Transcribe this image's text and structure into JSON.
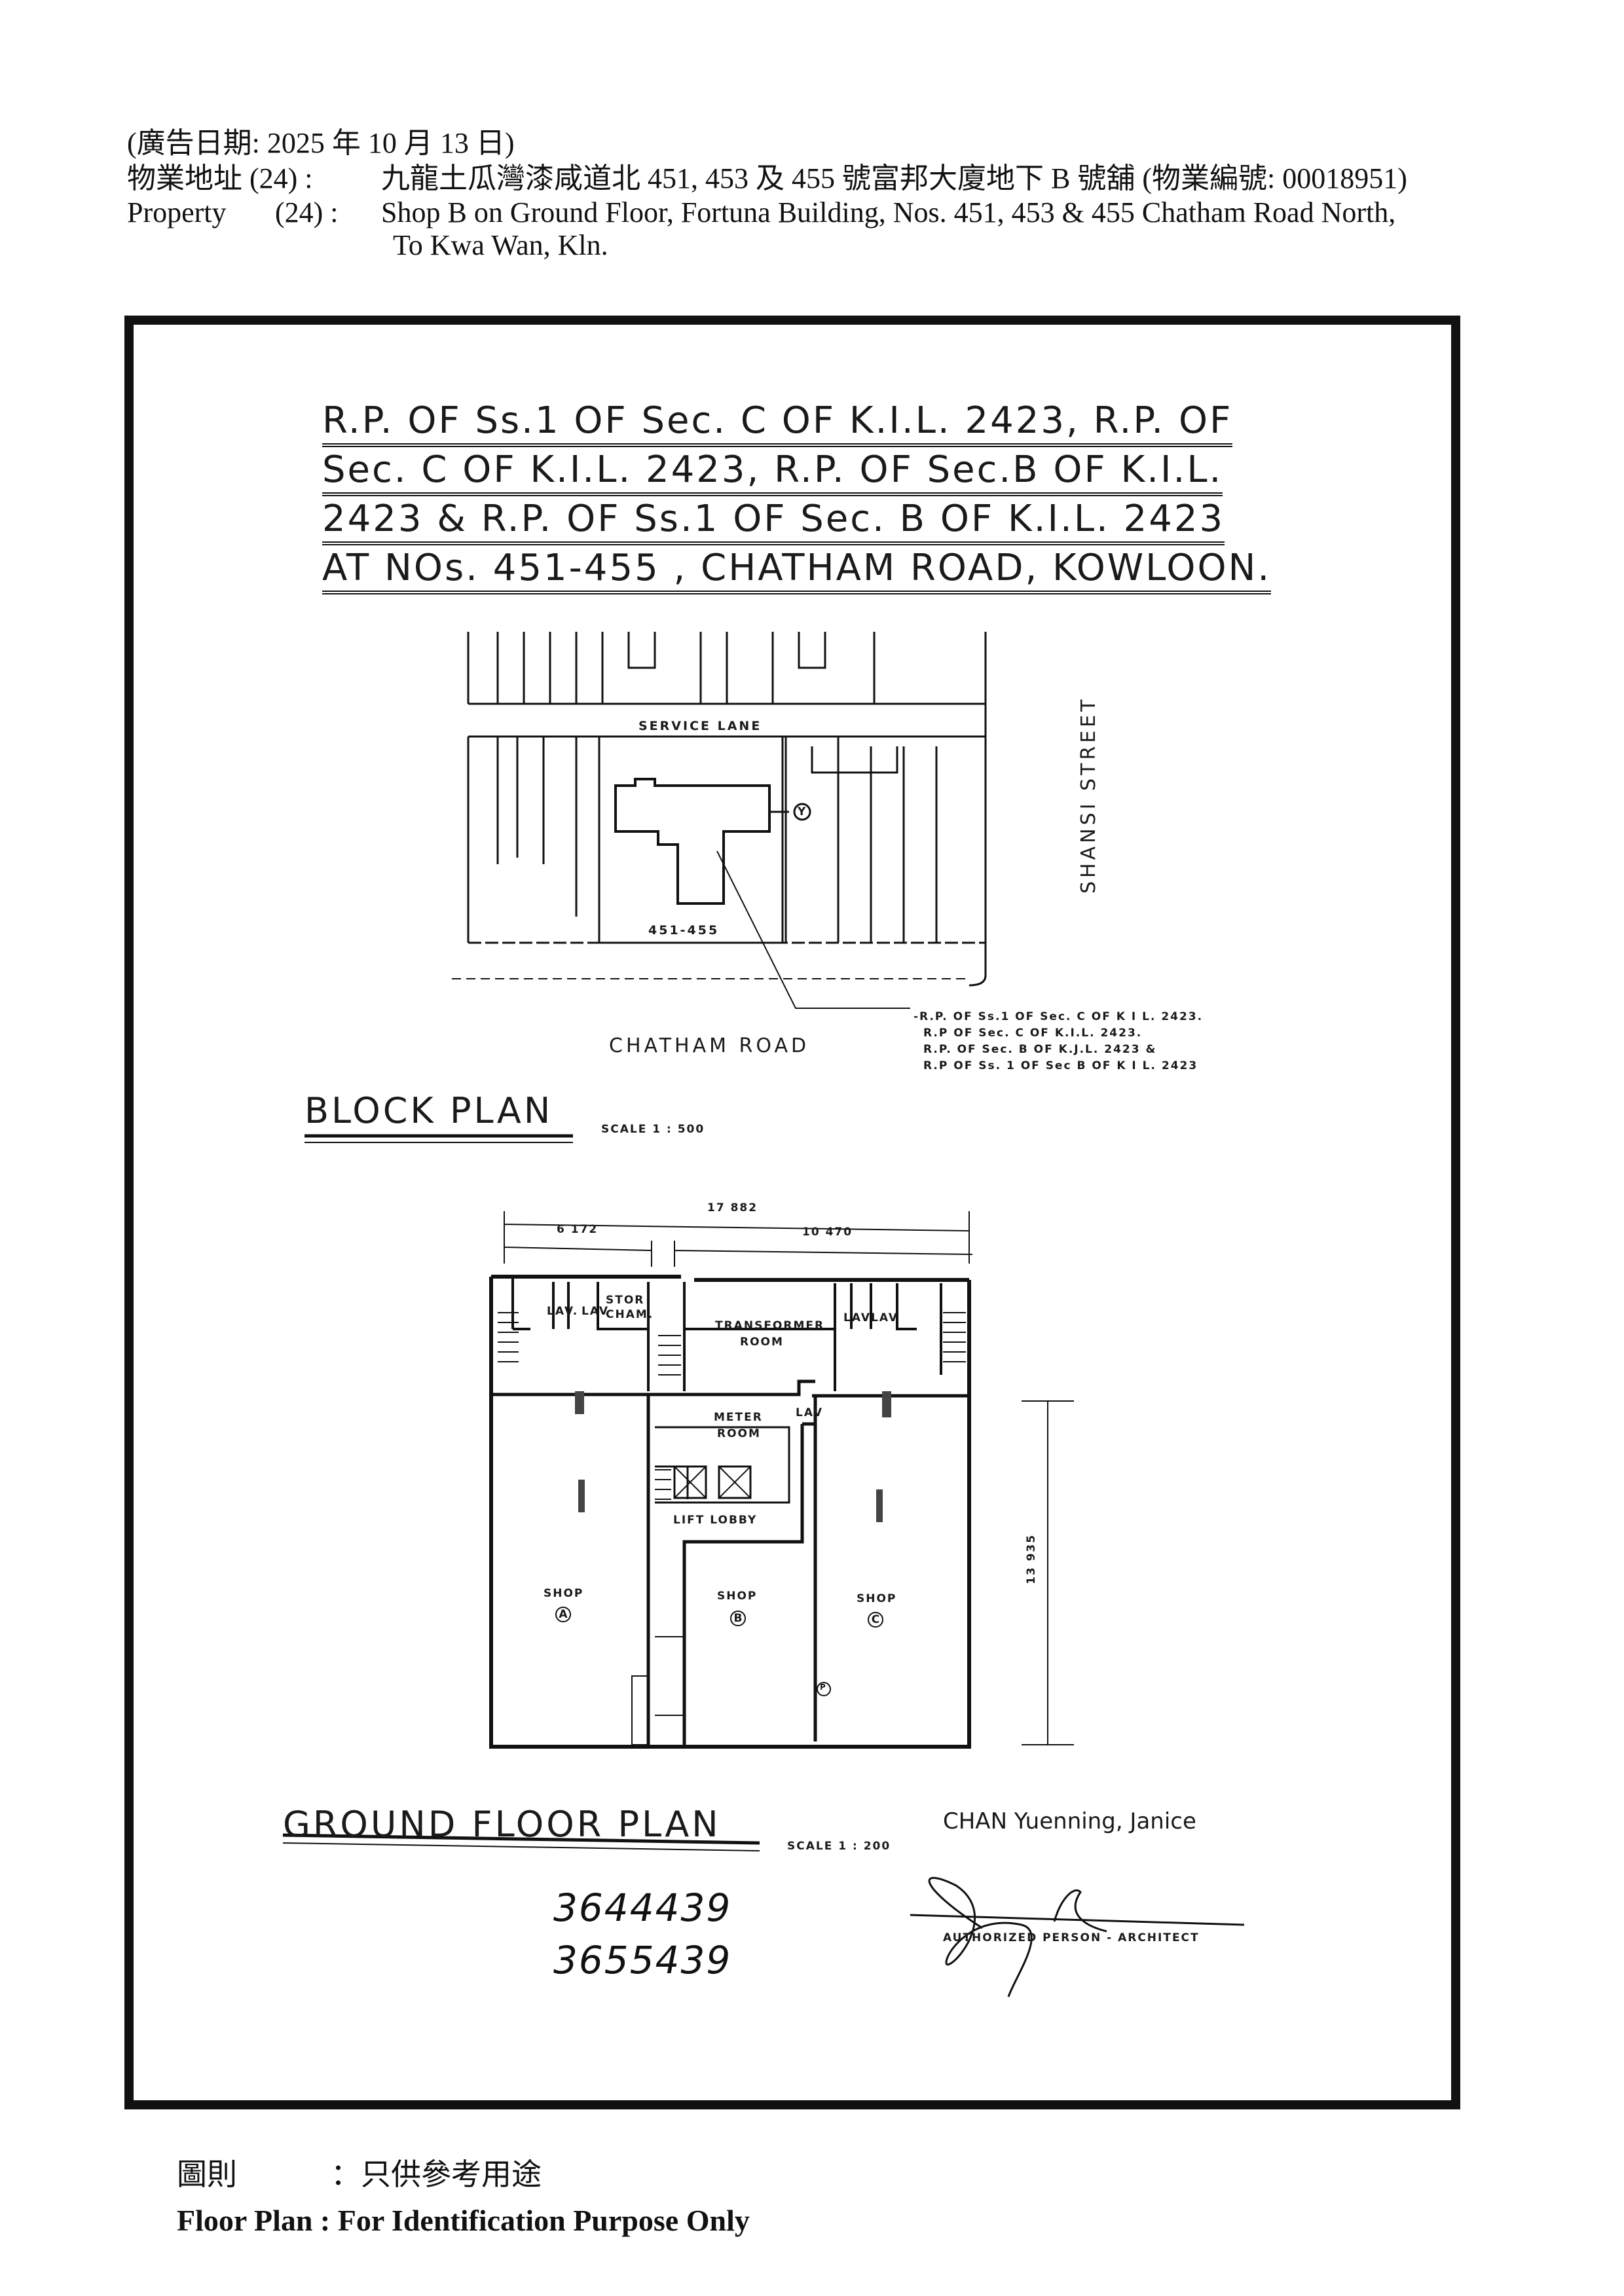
{
  "header": {
    "ad_date": "(廣告日期:   2025 年 10 月 13 日)",
    "address_zh_label": "物業地址  (24) :",
    "address_zh": "九龍土瓜灣漆咸道北 451, 453 及 455 號富邦大廈地下 B 號舖  (物業編號: 00018951)",
    "property_label": "Property",
    "property_no": "(24) :",
    "address_en_1": "Shop B on Ground Floor, Fortuna Building, Nos. 451, 453 & 455 Chatham Road North,",
    "address_en_2": "To Kwa Wan, Kln."
  },
  "plan_title": [
    "R.P. OF Ss.1 OF Sec. C  OF K.I.L. 2423, R.P. OF",
    "Sec. C  OF K.I.L. 2423, R.P. OF Sec.B  OF K.I.L.",
    "2423  &  R.P.  OF  Ss.1  OF Sec. B  OF K.I.L. 2423",
    "AT  NOs. 451-455   , CHATHAM  ROAD, KOWLOON."
  ],
  "block_plan": {
    "service_lane": "SERVICE   LANE",
    "shansi_street": "SHANSI   STREET",
    "lot_number": "451-455",
    "y_marker": "Y",
    "chatham_road": "CHATHAM     ROAD",
    "lot_notes": [
      "-R.P. OF  Ss.1  OF  Sec. C  OF K I L. 2423.",
      "R.P  OF  Sec. C OF K.I.L. 2423.",
      "R.P. OF  Sec. B  OF K.J.L. 2423  &",
      "R.P  OF  Ss. 1   OF  Sec  B  OF  K I L. 2423"
    ],
    "title": "BLOCK   PLAN",
    "scale": "SCALE   1 : 500"
  },
  "floor_plan": {
    "dim_total": "17 882",
    "dim_left": "6 172",
    "dim_right": "10 470",
    "dim_depth": "13 935",
    "rooms": {
      "lav1": "LAV.",
      "lav2": "LAV",
      "stor_cham": "STOR\nCHAM.",
      "transformer": "TRANSFORMER",
      "room": "ROOM",
      "lav3": "LAV",
      "lav4": "LAV",
      "meter": "METER",
      "meter_room": "ROOM",
      "lav5": "LAV",
      "lift_lobby": "LIFT   LOBBY",
      "shop": "SHOP",
      "shop_a": "A",
      "shop_b": "B",
      "shop_c": "C",
      "p_marker": "P"
    },
    "title": "GROUND   FLOOR   PLAN",
    "scale": "SCALE   1 : 200"
  },
  "signature": {
    "name": "CHAN Yuenning, Janice",
    "role": "AUTHORIZED  PERSON - ARCHITECT"
  },
  "handwritten": [
    "3644439",
    "3655439"
  ],
  "footer": {
    "zh_label": "圖則",
    "zh_text": "：只供參考用途",
    "en_text": "Floor Plan : For Identification Purpose Only"
  }
}
